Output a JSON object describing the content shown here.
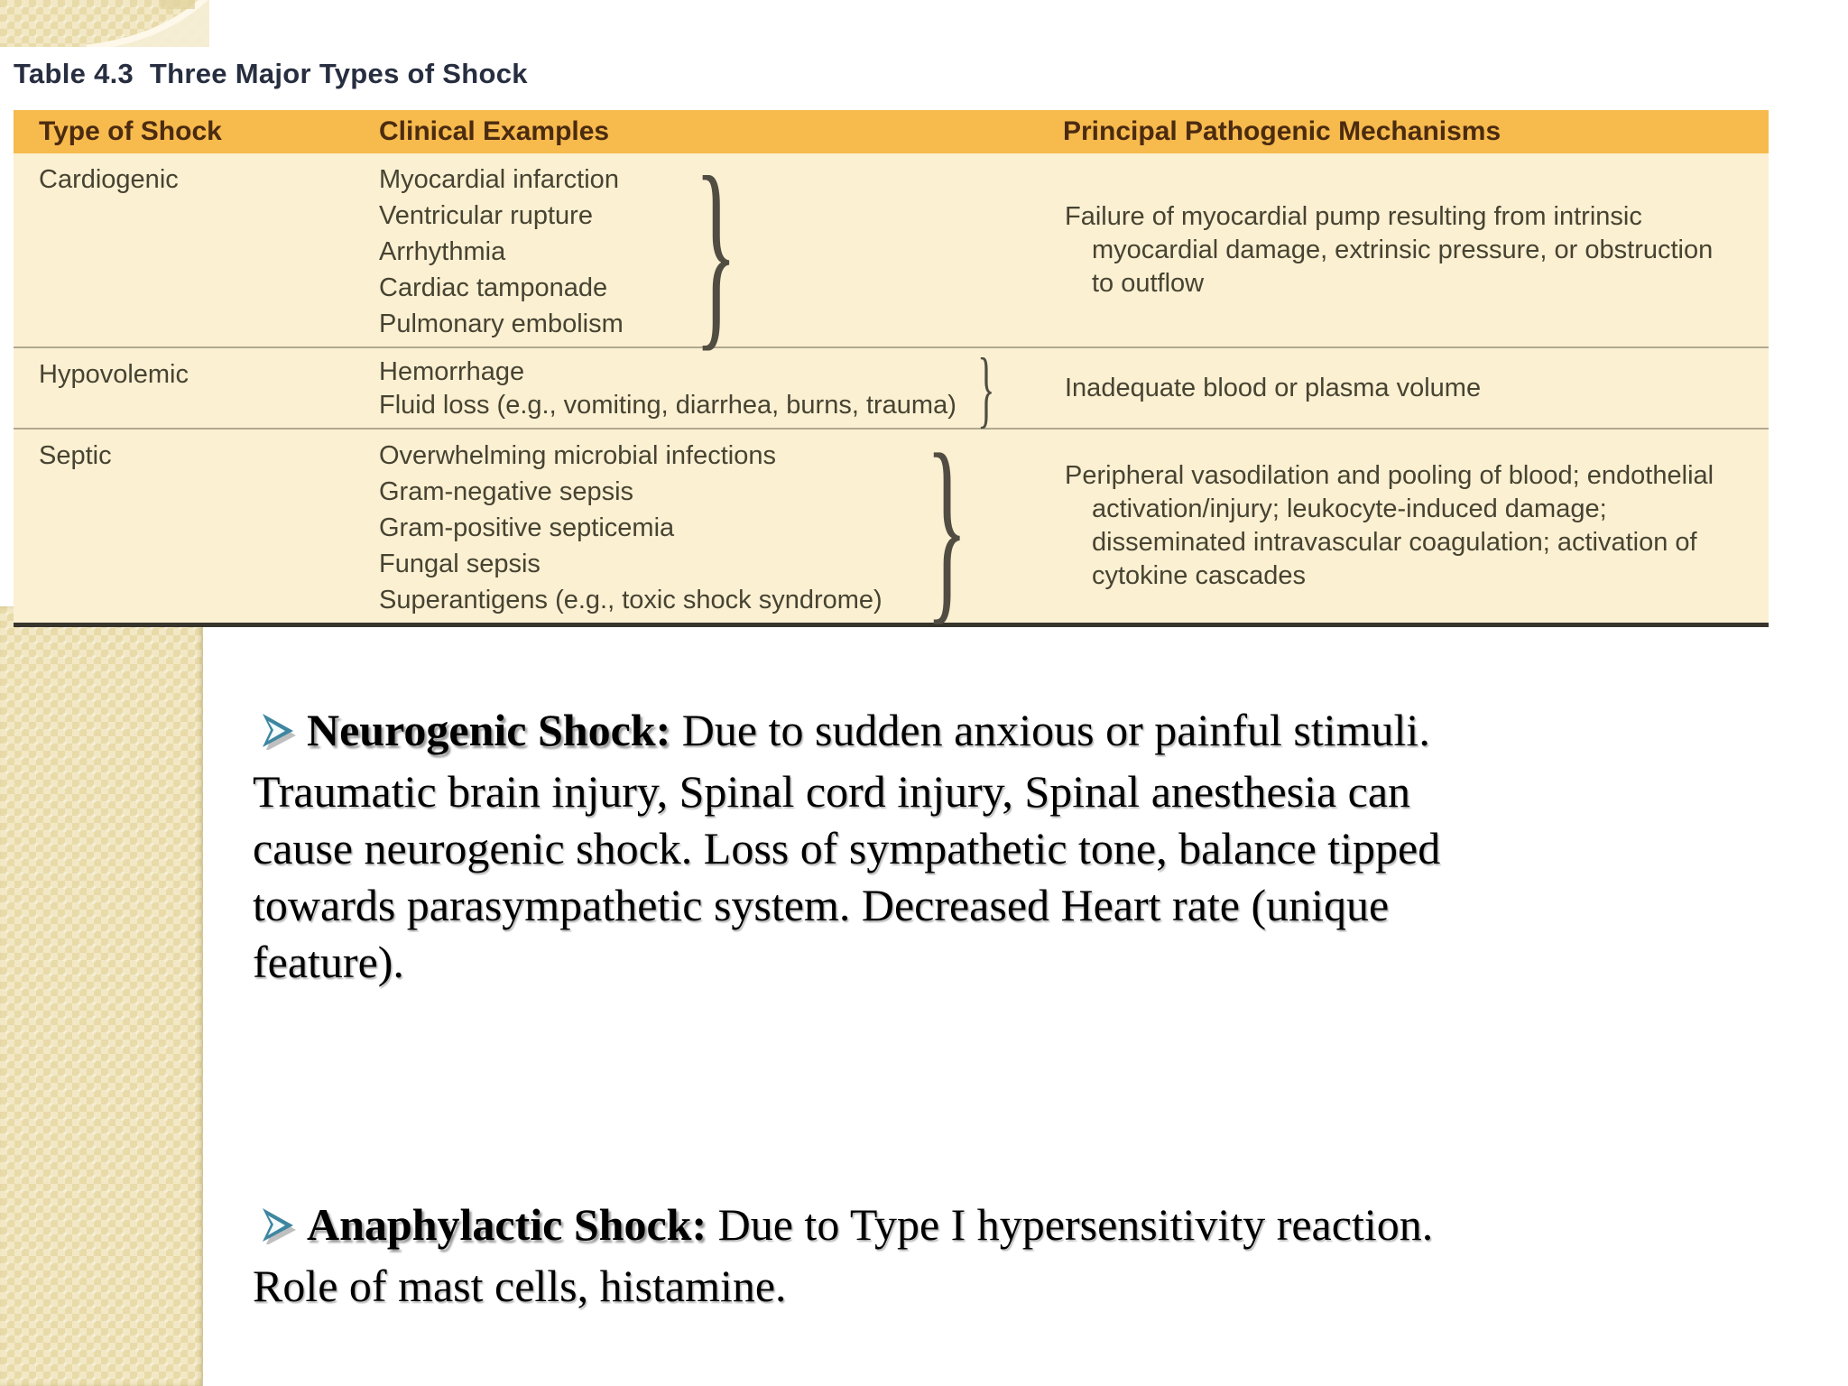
{
  "table": {
    "title": "Table 4.3  Three Major Types of Shock",
    "columns": {
      "c1": "Type of Shock",
      "c2": "Clinical Examples",
      "c3": "Principal Pathogenic Mechanisms"
    },
    "rows": [
      {
        "type": "Cardiogenic",
        "examples": [
          "Myocardial infarction",
          "Ventricular rupture",
          "Arrhythmia",
          "Cardiac tamponade",
          "Pulmonary embolism"
        ],
        "brace": "}",
        "mechanism": "Failure of myocardial pump resulting from intrinsic myocardial damage, extrinsic pressure, or obstruction to outflow"
      },
      {
        "type": "Hypovolemic",
        "examples": [
          "Hemorrhage",
          "Fluid loss (e.g., vomiting, diarrhea, burns, trauma)"
        ],
        "brace": "}",
        "mechanism": "Inadequate blood or plasma volume"
      },
      {
        "type": "Septic",
        "examples": [
          "Overwhelming microbial infections",
          "Gram-negative sepsis",
          "Gram-positive septicemia",
          "Fungal sepsis",
          "Superantigens (e.g., toxic shock syndrome)"
        ],
        "brace": "}",
        "mechanism": "Peripheral vasodilation and pooling of blood; endothelial activation/injury; leukocyte-induced damage; disseminated intravascular coagulation; activation of cytokine cascades"
      }
    ]
  },
  "notes": [
    {
      "heading": "Neurogenic Shock:",
      "body": "Due to sudden anxious or painful stimuli. Traumatic brain injury, Spinal cord injury, Spinal anesthesia can cause neurogenic  shock. Loss of sympathetic tone, balance tipped towards parasympathetic system. Decreased Heart rate (unique feature)."
    },
    {
      "heading": "Anaphylactic Shock:",
      "body": "Due to Type I hypersensitivity reaction. Role of mast cells, histamine."
    }
  ],
  "colors": {
    "header_bg": "#f7ba4d",
    "row_bg": "#fbf0d2",
    "header_text": "#4b2b10",
    "body_text": "#474332",
    "title_text": "#272e40",
    "bullet_teal": "#3e86a0",
    "pattern_beige": "#ece0b4"
  }
}
